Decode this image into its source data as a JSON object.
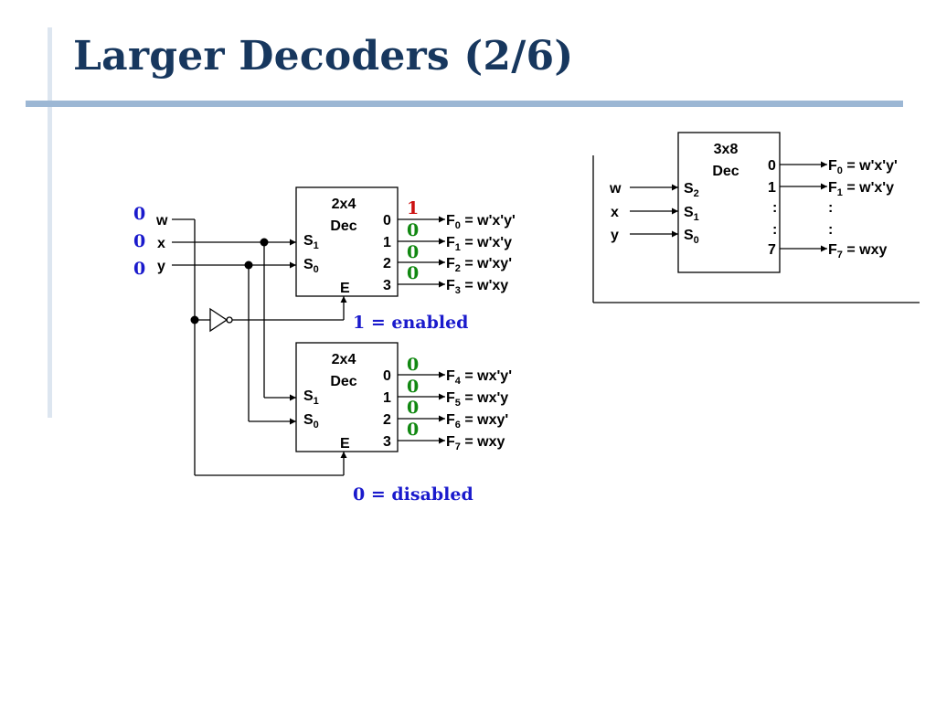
{
  "slide": {
    "title": "Larger Decoders (2/6)"
  },
  "colors": {
    "title": "#17375e",
    "accent_rule": "#9cb7d4",
    "input_bits": "#1a1acc",
    "active_output": "#cc1111",
    "inactive_output": "#118811",
    "notes": "#1a1acc"
  },
  "circuit": {
    "inputs": [
      {
        "name": "w",
        "bit": "0"
      },
      {
        "name": "x",
        "bit": "0"
      },
      {
        "name": "y",
        "bit": "0"
      }
    ],
    "upper_decoder": {
      "title": "2x4",
      "subtitle": "Dec",
      "select_lines": [
        {
          "main": "S",
          "sub": "1"
        },
        {
          "main": "S",
          "sub": "0"
        }
      ],
      "enable": "E",
      "output_labels": [
        "0",
        "1",
        "2",
        "3"
      ],
      "output_bits": [
        "1",
        "0",
        "0",
        "0"
      ],
      "functions": [
        {
          "main": "F",
          "sub": "0",
          "expr": " = w'x'y'"
        },
        {
          "main": "F",
          "sub": "1",
          "expr": " = w'x'y"
        },
        {
          "main": "F",
          "sub": "2",
          "expr": " = w'xy'"
        },
        {
          "main": "F",
          "sub": "3",
          "expr": " = w'xy"
        }
      ],
      "note": "1 = enabled"
    },
    "lower_decoder": {
      "title": "2x4",
      "subtitle": "Dec",
      "select_lines": [
        {
          "main": "S",
          "sub": "1"
        },
        {
          "main": "S",
          "sub": "0"
        }
      ],
      "enable": "E",
      "output_labels": [
        "0",
        "1",
        "2",
        "3"
      ],
      "output_bits": [
        "0",
        "0",
        "0",
        "0"
      ],
      "functions": [
        {
          "main": "F",
          "sub": "4",
          "expr": " = wx'y'"
        },
        {
          "main": "F",
          "sub": "5",
          "expr": " = wx'y"
        },
        {
          "main": "F",
          "sub": "6",
          "expr": " = wxy'"
        },
        {
          "main": "F",
          "sub": "7",
          "expr": " = wxy"
        }
      ],
      "note": "0 = disabled"
    }
  },
  "summary_decoder": {
    "title": "3x8",
    "subtitle": "Dec",
    "inputs": [
      "w",
      "x",
      "y"
    ],
    "select_lines": [
      {
        "main": "S",
        "sub": "2"
      },
      {
        "main": "S",
        "sub": "1"
      },
      {
        "main": "S",
        "sub": "0"
      }
    ],
    "output_labels": [
      "0",
      "1",
      ":",
      ":",
      "7"
    ],
    "functions": [
      {
        "main": "F",
        "sub": "0",
        "expr": " = w'x'y'"
      },
      {
        "main": "F",
        "sub": "1",
        "expr": " = w'x'y"
      },
      {
        "main": "",
        "sub": "",
        "expr": ":"
      },
      {
        "main": "",
        "sub": "",
        "expr": ":"
      },
      {
        "main": "F",
        "sub": "7",
        "expr": " = wxy"
      }
    ]
  }
}
